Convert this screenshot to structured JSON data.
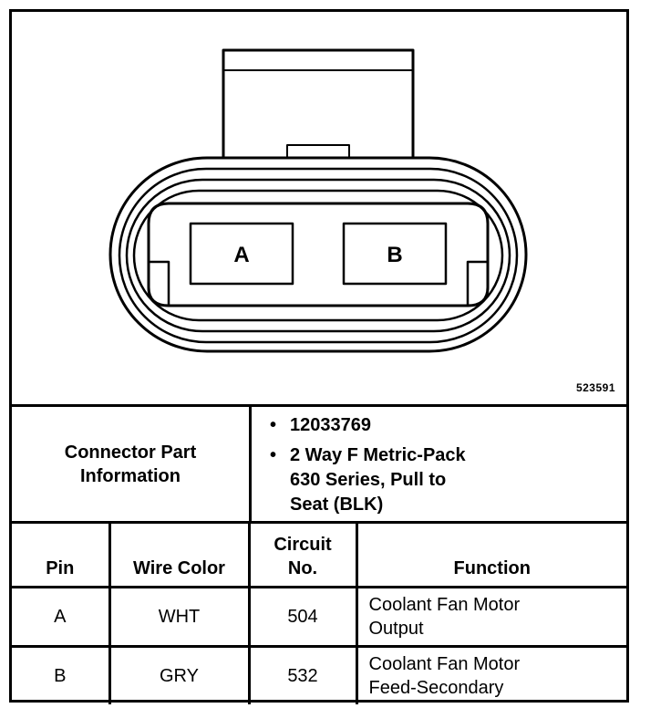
{
  "figure_id": "523591",
  "connector": {
    "pins": [
      "A",
      "B"
    ]
  },
  "info": {
    "label_line1": "Connector Part",
    "label_line2": "Information",
    "part_number": "12033769",
    "description_line1": "2 Way F Metric-Pack",
    "description_line2": "630 Series, Pull to",
    "description_line3": "Seat (BLK)"
  },
  "table": {
    "headers": {
      "pin": "Pin",
      "wire_color": "Wire Color",
      "circuit_line1": "Circuit",
      "circuit_line2": "No.",
      "function": "Function"
    },
    "rows": [
      {
        "pin": "A",
        "wire_color": "WHT",
        "circuit": "504",
        "function_line1": "Coolant Fan Motor",
        "function_line2": "Output"
      },
      {
        "pin": "B",
        "wire_color": "GRY",
        "circuit": "532",
        "function_line1": "Coolant Fan Motor",
        "function_line2": "Feed-Secondary"
      }
    ]
  }
}
